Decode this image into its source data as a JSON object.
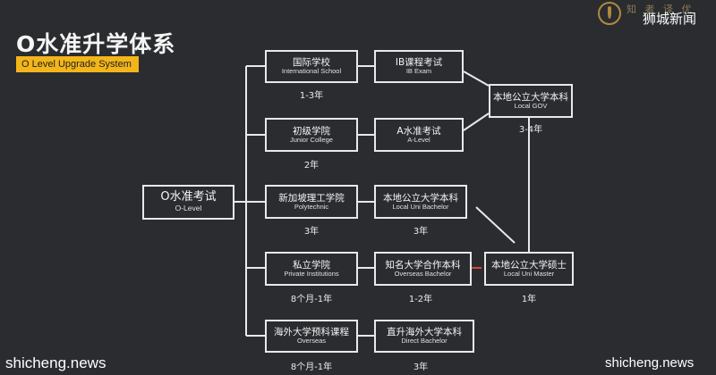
{
  "header": {
    "title": "O水准升学体系",
    "subtitle": "O Level Upgrade System",
    "source": "狮城新闻",
    "logo_text": "知 者 译 优",
    "logo_icon": "pen-nib-icon"
  },
  "watermarks": {
    "bottom_left": "shicheng.news",
    "bottom_right": "shicheng.news"
  },
  "diagram": {
    "root": {
      "cn": "O水准考试",
      "en": "O-Level"
    },
    "paths": [
      {
        "first": {
          "cn": "国际学校",
          "en": "International School"
        },
        "first_duration": "1-3年",
        "second": {
          "cn": "IB课程考试",
          "en": "IB Exam"
        },
        "second_duration": ""
      },
      {
        "first": {
          "cn": "初级学院",
          "en": "Junior College"
        },
        "first_duration": "2年",
        "second": {
          "cn": "A水准考试",
          "en": "A-Level"
        },
        "second_duration": ""
      },
      {
        "first": {
          "cn": "新加坡理工学院",
          "en": "Polytechnic"
        },
        "first_duration": "3年",
        "second": {
          "cn": "本地公立大学本科",
          "en": "Local Uni Bachelor"
        },
        "second_duration": "3年"
      },
      {
        "first": {
          "cn": "私立学院",
          "en": "Private Institutions"
        },
        "first_duration": "8个月-1年",
        "second": {
          "cn": "知名大学合作本科",
          "en": "Overseas Bachelor"
        },
        "second_duration": "1-2年"
      },
      {
        "first": {
          "cn": "海外大学预科课程",
          "en": "Overseas"
        },
        "first_duration": "8个月-1年",
        "second": {
          "cn": "直升海外大学本科",
          "en": "Direct Bachelor"
        },
        "second_duration": "3年"
      }
    ],
    "terminals": {
      "gov": {
        "cn": "本地公立大学本科",
        "en": "Local GOV",
        "duration": "3-4年"
      },
      "master": {
        "cn": "本地公立大学硕士",
        "en": "Local Uni Master",
        "duration": "1年"
      }
    }
  }
}
